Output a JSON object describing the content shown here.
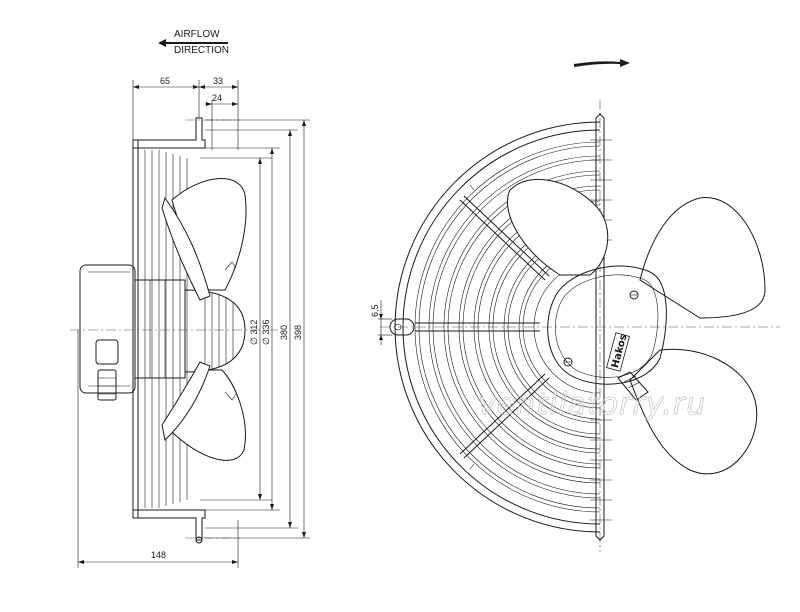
{
  "airflow": {
    "line1": "AIRFLOW",
    "line2": "DIRECTION"
  },
  "dimensions": {
    "d65": "65",
    "d33": "33",
    "d24": "24",
    "d148": "148",
    "d312": "∅ 312",
    "d336": "∅ 336",
    "d380": "380",
    "d398": "398",
    "d6_5": "6,5"
  },
  "brand_label": "Hakos",
  "watermark": "ventilatorry.ru",
  "icons": {
    "airflow_arrow": "arrow-left",
    "rotation_arrow": "arrow-right"
  }
}
